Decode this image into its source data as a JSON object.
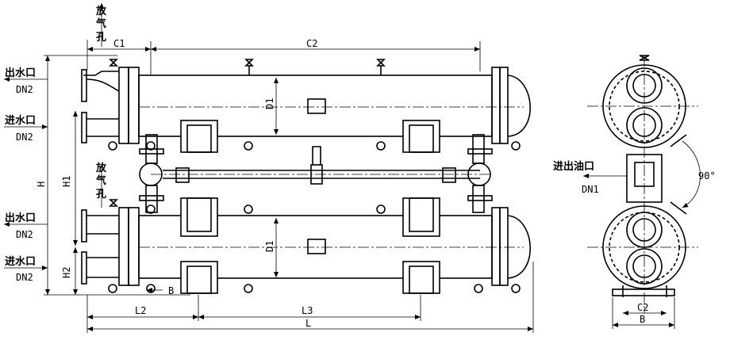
{
  "labels": {
    "vent_top_1": "放",
    "vent_top_2": "气",
    "vent_top_3": "孔",
    "vent_mid_1": "放",
    "vent_mid_2": "气",
    "vent_mid_3": "孔",
    "water_out_top": "出水口",
    "water_out_top_dn": "DN2",
    "water_in_top": "进水口",
    "water_in_top_dn": "DN2",
    "water_out_bottom": "出水口",
    "water_out_bottom_dn": "DN2",
    "water_in_bottom": "进水口",
    "water_in_bottom_dn": "DN2",
    "oil_inout": "进出油口",
    "oil_dn": "DN1",
    "angle": "90°"
  },
  "dimensions": {
    "c1": "C1",
    "c2": "C2",
    "d1_top": "D1",
    "d1_bottom": "D1",
    "h": "H",
    "h1": "H1",
    "h2": "H2",
    "b_arrow": "B",
    "l2": "L2",
    "l3": "L3",
    "l": "L",
    "side_c2": "C2",
    "side_b": "B"
  }
}
